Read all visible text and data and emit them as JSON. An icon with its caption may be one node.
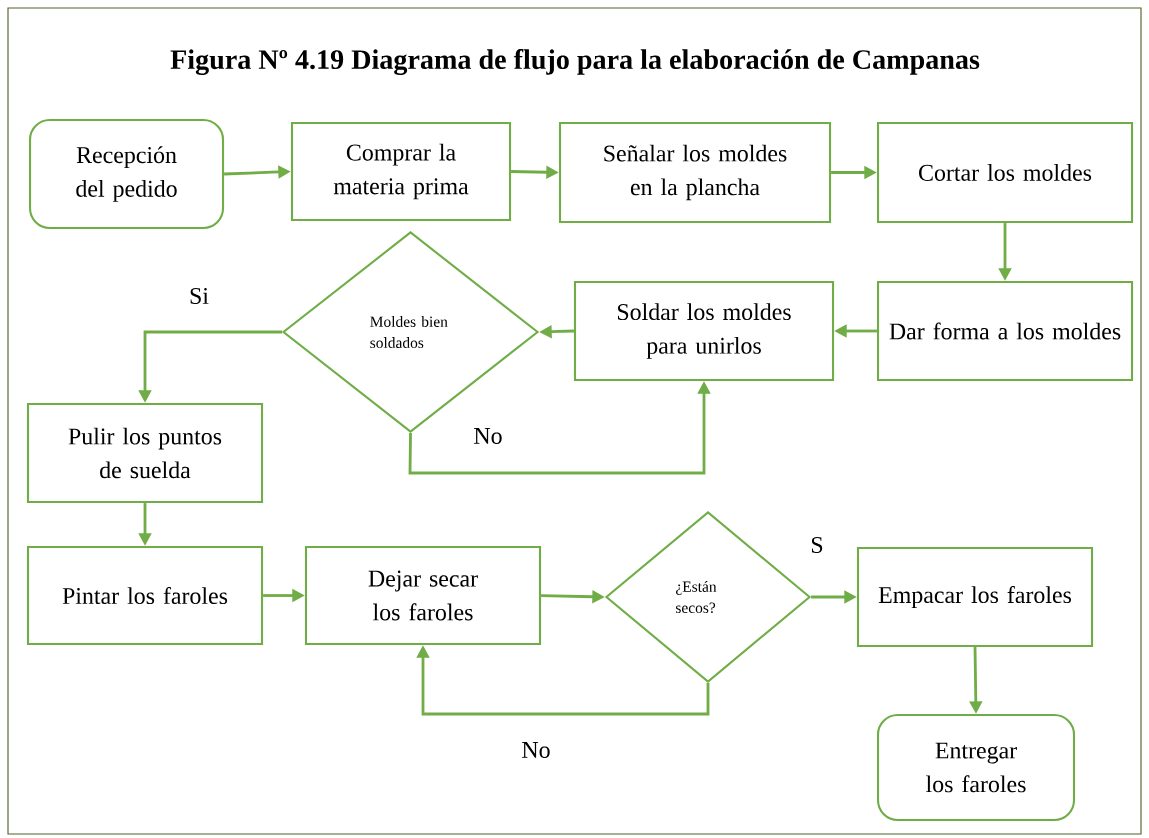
{
  "diagram": {
    "title": "Figura Nº 4.19 Diagrama de flujo para la elaboración de Campanas",
    "nodes": [
      {
        "text": [
          "Recepción del pedido"
        ]
      },
      {
        "text": [
          "Comprar la materia prima"
        ]
      },
      {
        "text": [
          "Señalar los moldes en la plancha"
        ]
      },
      {
        "text": [
          "Cortar los moldes"
        ]
      },
      {
        "text": [
          "Dar forma a los moldes"
        ]
      },
      {
        "text": [
          "Soldar los moldes para unirlos"
        ]
      },
      {
        "text": [
          "Moldes bien soldados"
        ]
      },
      {
        "text": [
          "Pulir los puntos de suelda"
        ]
      },
      {
        "text": [
          "Pintar los faroles"
        ]
      },
      {
        "text": [
          "Dejar secar los faroles"
        ]
      },
      {
        "text": [
          "¿Están secos?"
        ]
      },
      {
        "text": [
          "Empacar los faroles"
        ]
      },
      {
        "text": [
          "Entregar los faroles"
        ]
      }
    ],
    "edges": [
      {
        "from": 0,
        "to": 1,
        "arrow": "to"
      },
      {
        "from": 1,
        "to": 2,
        "arrow": "to"
      },
      {
        "from": 2,
        "to": 3,
        "arrow": "to"
      },
      {
        "from": 3,
        "to": 4,
        "arrow": "to"
      },
      {
        "from": 4,
        "to": 5,
        "arrow": "to"
      },
      {
        "from": 5,
        "to": 6,
        "arrow": "to"
      },
      {
        "from": 6,
        "to": 7,
        "arrow": "to",
        "label": "Si"
      },
      {
        "from": 6,
        "to": 5,
        "arrow": "to",
        "label": "No"
      },
      {
        "from": 7,
        "to": 8,
        "arrow": "to"
      },
      {
        "from": 8,
        "to": 9,
        "arrow": "to"
      },
      {
        "from": 9,
        "to": 10,
        "arrow": "to"
      },
      {
        "from": 10,
        "to": 11,
        "arrow": "to",
        "label": "S"
      },
      {
        "from": 10,
        "to": 9,
        "arrow": "to",
        "label": "No"
      },
      {
        "from": 11,
        "to": 12,
        "arrow": "to"
      }
    ]
  }
}
